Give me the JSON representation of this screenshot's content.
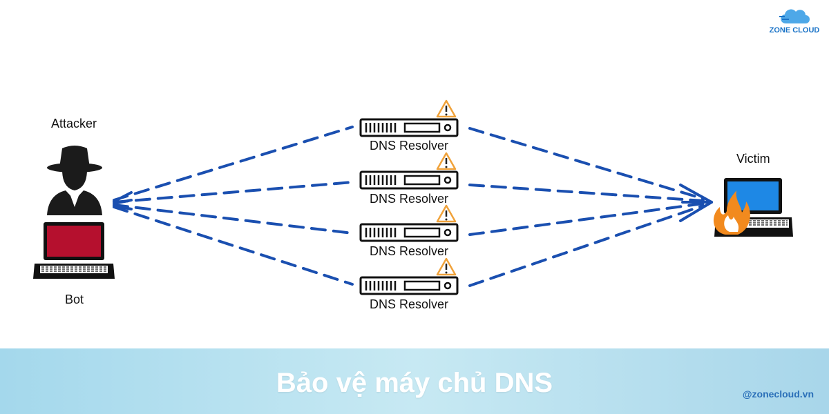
{
  "logo": {
    "text": "ZONE CLOUD",
    "icon": "cloud-logo-icon"
  },
  "attacker": {
    "label": "Attacker",
    "icon": "hacker-icon"
  },
  "bot": {
    "label": "Bot",
    "icon": "laptop-icon"
  },
  "resolvers": [
    {
      "label": "DNS Resolver",
      "icon": "server-icon",
      "warning_icon": "warning-icon"
    },
    {
      "label": "DNS Resolver",
      "icon": "server-icon",
      "warning_icon": "warning-icon"
    },
    {
      "label": "DNS Resolver",
      "icon": "server-icon",
      "warning_icon": "warning-icon"
    },
    {
      "label": "DNS Resolver",
      "icon": "server-icon",
      "warning_icon": "warning-icon"
    }
  ],
  "victim": {
    "label": "Victim",
    "icon": "laptop-fire-icon"
  },
  "banner": {
    "title": "Bảo vệ máy chủ DNS",
    "handle": "@zonecloud.vn"
  },
  "colors": {
    "arrow": "#1a4fb0",
    "bot_screen": "#b5102e",
    "victim_screen": "#1e88e5",
    "warning": "#f0a23a",
    "fire": "#f28a1e",
    "banner": "#a8dcef"
  }
}
